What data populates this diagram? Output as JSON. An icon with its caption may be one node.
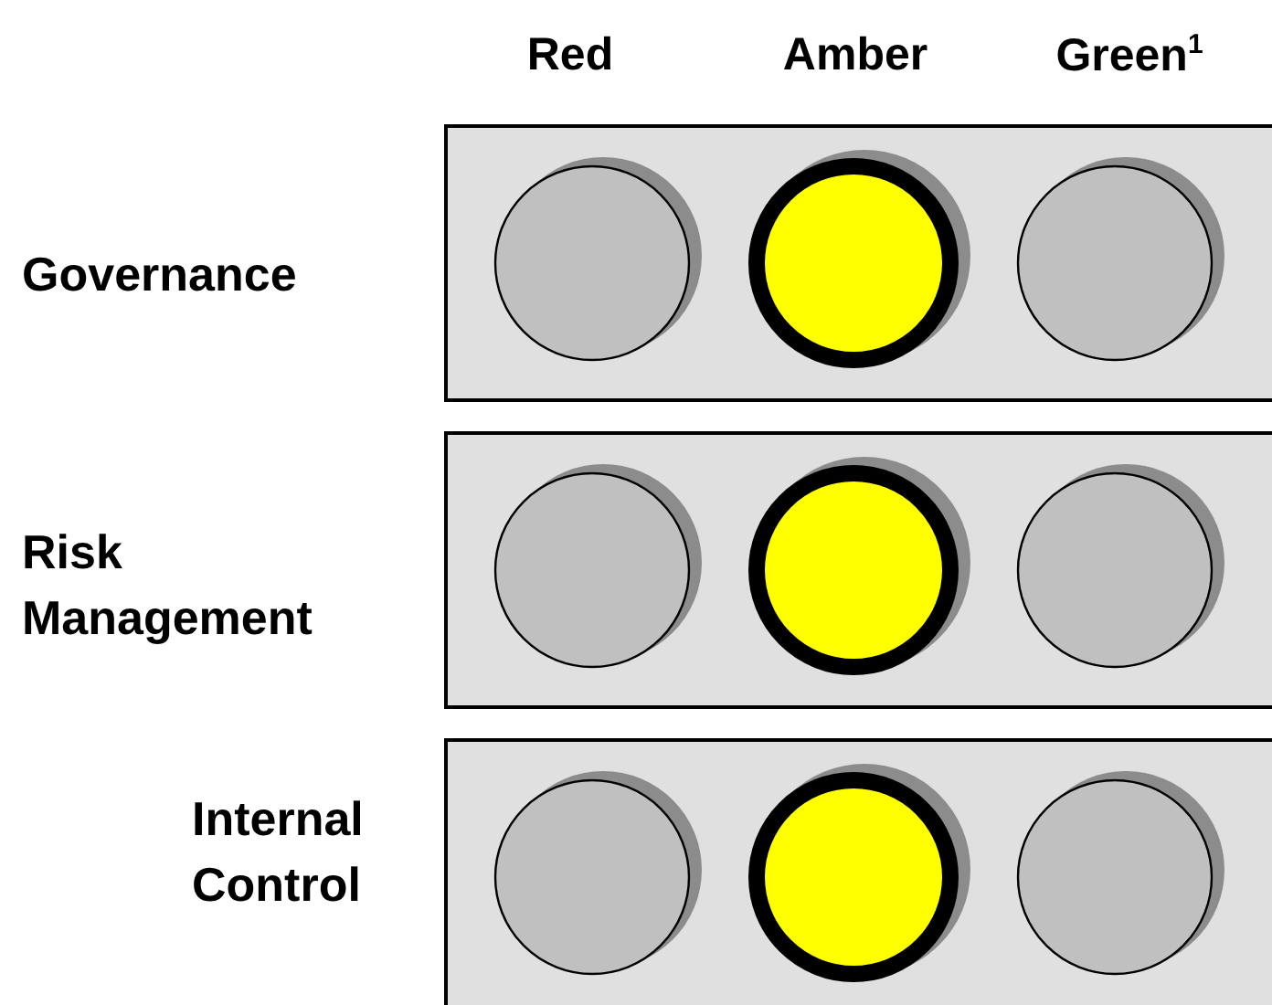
{
  "diagram": {
    "nodes": [
      {
        "text": [
          "Governance"
        ]
      },
      {
        "text": [],
        "shape": "circle",
        "in": 0
      },
      {
        "text": [],
        "shape": "circle",
        "in": 0
      },
      {
        "text": [],
        "shape": "circle",
        "in": 0
      },
      {
        "text": [
          "Risk Management"
        ]
      },
      {
        "text": [],
        "shape": "circle",
        "in": 4
      },
      {
        "text": [],
        "shape": "circle",
        "in": 4
      },
      {
        "text": [],
        "shape": "circle",
        "in": 4
      },
      {
        "text": [
          "Internal Control"
        ]
      },
      {
        "text": [],
        "shape": "circle",
        "in": 8
      },
      {
        "text": [],
        "shape": "circle",
        "in": 8
      },
      {
        "text": [],
        "shape": "circle",
        "in": 8
      }
    ],
    "labels": [
      "Red",
      "Amber",
      "Green$^{1}$"
    ]
  }
}
